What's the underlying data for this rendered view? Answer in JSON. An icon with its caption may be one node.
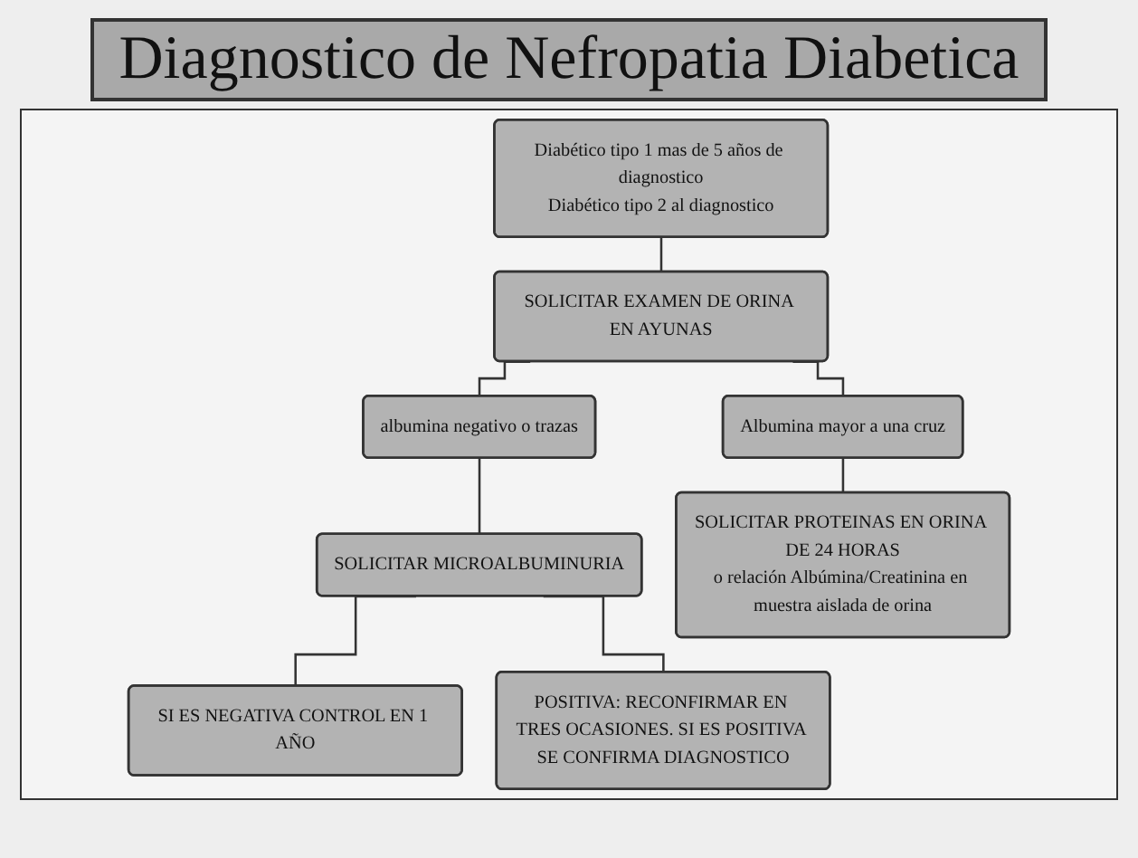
{
  "diagram": {
    "title": "Diagnostico de Nefropatia Diabetica",
    "nodes": [
      {
        "text": [
          "Diabético tipo 1 mas de 5 años de diagnostico",
          "Diabético tipo 2 al diagnostico"
        ]
      },
      {
        "text": [
          "SOLICITAR EXAMEN DE ORINA EN AYUNAS"
        ]
      },
      {
        "text": [
          "albumina negativo o trazas"
        ]
      },
      {
        "text": [
          "Albumina mayor a una cruz"
        ]
      },
      {
        "text": [
          "SOLICITAR MICROALBUMINURIA"
        ]
      },
      {
        "text": [
          "SOLICITAR PROTEINAS EN ORINA DE 24 HORAS",
          "o relación Albúmina/Creatinina en muestra aislada de orina"
        ]
      },
      {
        "text": [
          "SI ES NEGATIVA CONTROL EN 1 AÑO"
        ]
      },
      {
        "text": [
          "POSITIVA: RECONFIRMAR EN TRES OCASIONES. SI ES POSITIVA SE CONFIRMA DIAGNOSTICO"
        ]
      }
    ],
    "edges": [
      {
        "from": 0,
        "to": 1,
        "arrow": "none"
      },
      {
        "from": 1,
        "to": 2,
        "arrow": "none"
      },
      {
        "from": 1,
        "to": 3,
        "arrow": "none"
      },
      {
        "from": 2,
        "to": 4,
        "arrow": "none"
      },
      {
        "from": 3,
        "to": 5,
        "arrow": "none"
      },
      {
        "from": 4,
        "to": 6,
        "arrow": "none"
      },
      {
        "from": 4,
        "to": 7,
        "arrow": "none"
      }
    ]
  }
}
